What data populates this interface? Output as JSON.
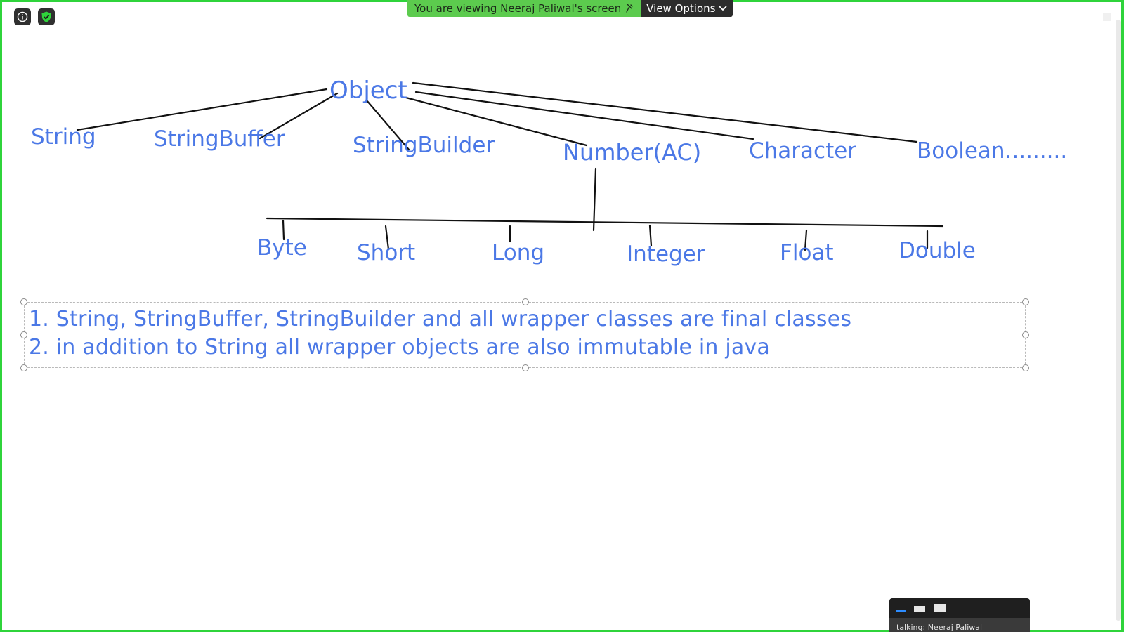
{
  "banner": {
    "viewing_text": "You are viewing Neeraj Paliwal's screen",
    "view_options_label": "View Options"
  },
  "toolbar_icons": [
    {
      "name": "info-icon"
    },
    {
      "name": "shield-check-icon"
    }
  ],
  "diagram": {
    "root": "Object",
    "children": [
      "String",
      "StringBuffer",
      "StringBuilder",
      "Number(AC)",
      "Character",
      "Boolean........."
    ],
    "number_children": [
      "Byte",
      "Short",
      "Long",
      "Integer",
      "Float",
      "Double"
    ]
  },
  "notes": {
    "line1": "1. String, StringBuffer, StringBuilder and all wrapper classes are final classes",
    "line2": "2. in addition to String all wrapper objects are also immutable in java"
  },
  "mini_window": {
    "status_text": "talking: Neeraj Paliwal"
  },
  "colors": {
    "border_green": "#2fd43b",
    "banner_green": "#5ccb4e",
    "ink_blue": "#4b78e6",
    "line_black": "#111111"
  }
}
